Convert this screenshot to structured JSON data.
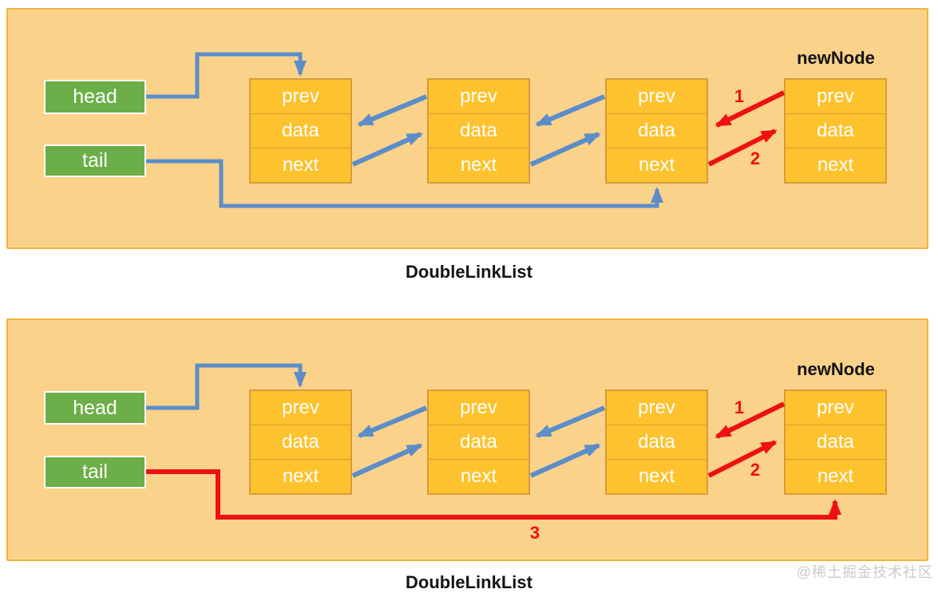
{
  "colors": {
    "panel-bg": "#FBD28A",
    "panel-border": "#F2B43E",
    "node-fill": "#FDC22D",
    "node-border": "#D99C3A",
    "node-text": "#FFFFFF",
    "pointer-green": "#6CAE47",
    "arrow-blue": "#5B8DC9",
    "arrow-red": "#EE1111",
    "label-dark": "#141414",
    "watermark": "#CBCBCB"
  },
  "watermark": "@稀土掘金技术社区",
  "panels": [
    {
      "caption": "DoubleLinkList",
      "pointers": {
        "head": "head",
        "tail": "tail"
      },
      "new_node_label": "newNode",
      "nodes": [
        {
          "cells": [
            "prev",
            "data",
            "next"
          ]
        },
        {
          "cells": [
            "prev",
            "data",
            "next"
          ]
        },
        {
          "cells": [
            "prev",
            "data",
            "next"
          ]
        },
        {
          "cells": [
            "prev",
            "data",
            "next"
          ]
        }
      ],
      "steps": [
        "1",
        "2"
      ]
    },
    {
      "caption": "DoubleLinkList",
      "pointers": {
        "head": "head",
        "tail": "tail"
      },
      "new_node_label": "newNode",
      "nodes": [
        {
          "cells": [
            "prev",
            "data",
            "next"
          ]
        },
        {
          "cells": [
            "prev",
            "data",
            "next"
          ]
        },
        {
          "cells": [
            "prev",
            "data",
            "next"
          ]
        },
        {
          "cells": [
            "prev",
            "data",
            "next"
          ]
        }
      ],
      "steps": [
        "1",
        "2",
        "3"
      ]
    }
  ]
}
